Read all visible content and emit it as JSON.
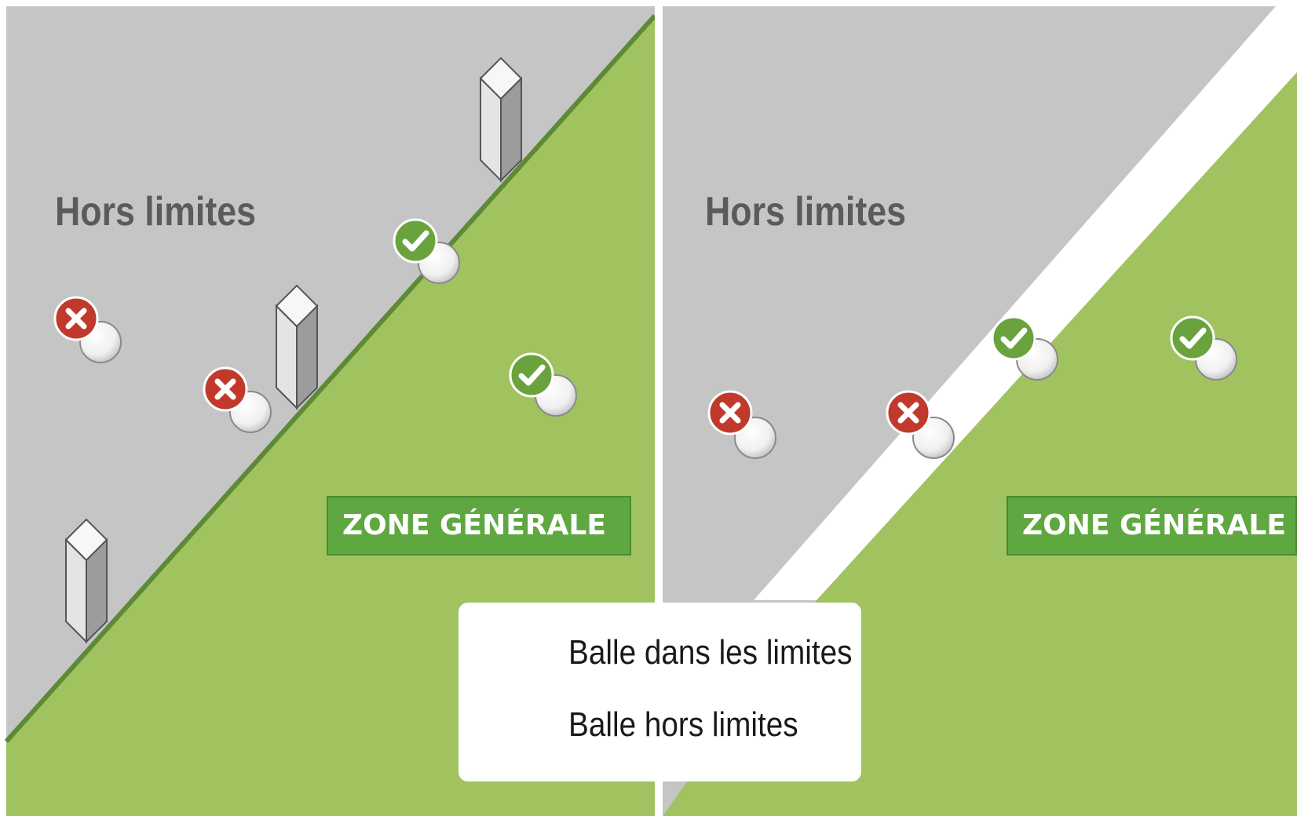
{
  "panels": [
    {
      "title": "Hors limites",
      "zone_label": "ZONE GÉNÉRALE",
      "boundary_marker": "stakes"
    },
    {
      "title": "Hors limites",
      "zone_label": "ZONE GÉNÉRALE",
      "boundary_marker": "white-line"
    }
  ],
  "legend": {
    "in_bounds_label": "Balle dans les limites",
    "out_of_bounds_label": "Balle hors limites",
    "in_bounds_icon": "check-icon",
    "out_of_bounds_icon": "cross-icon"
  },
  "colors": {
    "out_of_bounds_area": "#c4c5c4",
    "general_area": "#a1c35f",
    "boundary_line": "#5d8a36",
    "in_bounds": "#6aa33e",
    "out_of_bounds": "#c0392b"
  }
}
